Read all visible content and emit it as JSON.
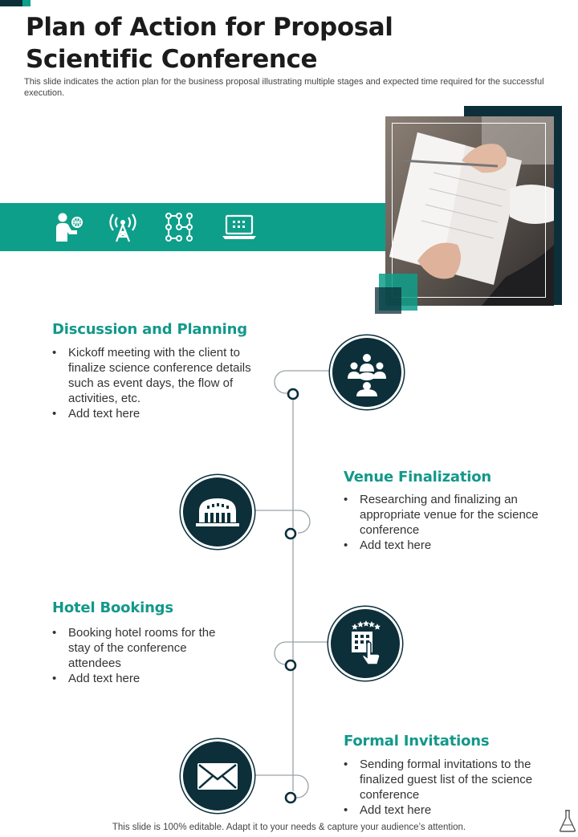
{
  "header": {
    "title": "Plan of Action for Proposal Scientific Conference",
    "subtitle": "This slide indicates the action plan for the business proposal illustrating multiple stages and expected time required for the successful execution."
  },
  "band_icons": [
    "person-globe-icon",
    "antenna-tower-icon",
    "circuit-network-icon",
    "laptop-icon"
  ],
  "photo": {
    "icon": "hand-writing-notebook-photo"
  },
  "steps": [
    {
      "title": "Discussion and Planning",
      "icon": "meeting-table-icon",
      "bullets": [
        "Kickoff meeting with the client to finalize science conference details such as event days, the flow of activities, etc.",
        "Add text here"
      ]
    },
    {
      "title": "Venue Finalization",
      "icon": "venue-building-icon",
      "bullets": [
        "Researching and finalizing an appropriate venue for the science conference",
        "Add text here"
      ]
    },
    {
      "title": "Hotel Bookings",
      "icon": "hotel-booking-icon",
      "bullets": [
        "Booking hotel rooms for the stay of the conference attendees",
        "Add text here"
      ]
    },
    {
      "title": "Formal Invitations",
      "icon": "envelope-icon",
      "bullets": [
        "Sending formal invitations to the finalized guest list of the science conference",
        "Add text here"
      ]
    }
  ],
  "footer": {
    "text": "This slide is 100% editable. Adapt it to your needs & capture your audience’s attention.",
    "icon": "flask-icon"
  },
  "colors": {
    "teal": "#0e9f8a",
    "navy": "#0c2f3a",
    "title_teal": "#13988a"
  }
}
